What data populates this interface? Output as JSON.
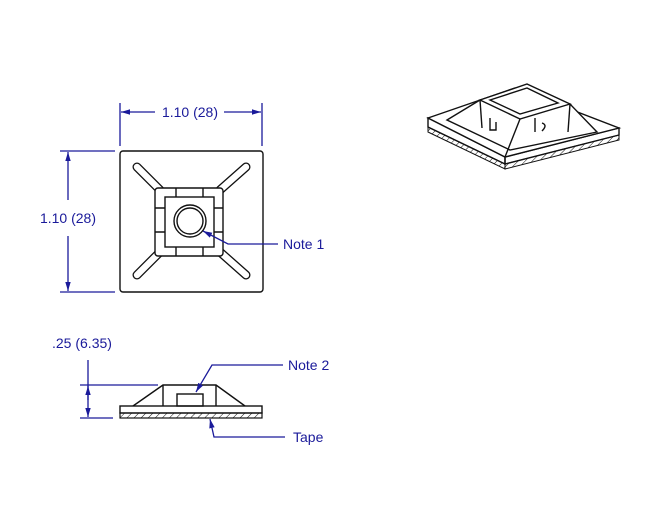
{
  "dimensions": {
    "width": "1.10 (28)",
    "height": "1.10 (28)",
    "thickness": ".25 (6.35)"
  },
  "callouts": {
    "note1": "Note 1",
    "note2": "Note 2",
    "tape": "Tape"
  },
  "colors": {
    "dimension": "#1a1a9a",
    "outline": "#111111"
  }
}
